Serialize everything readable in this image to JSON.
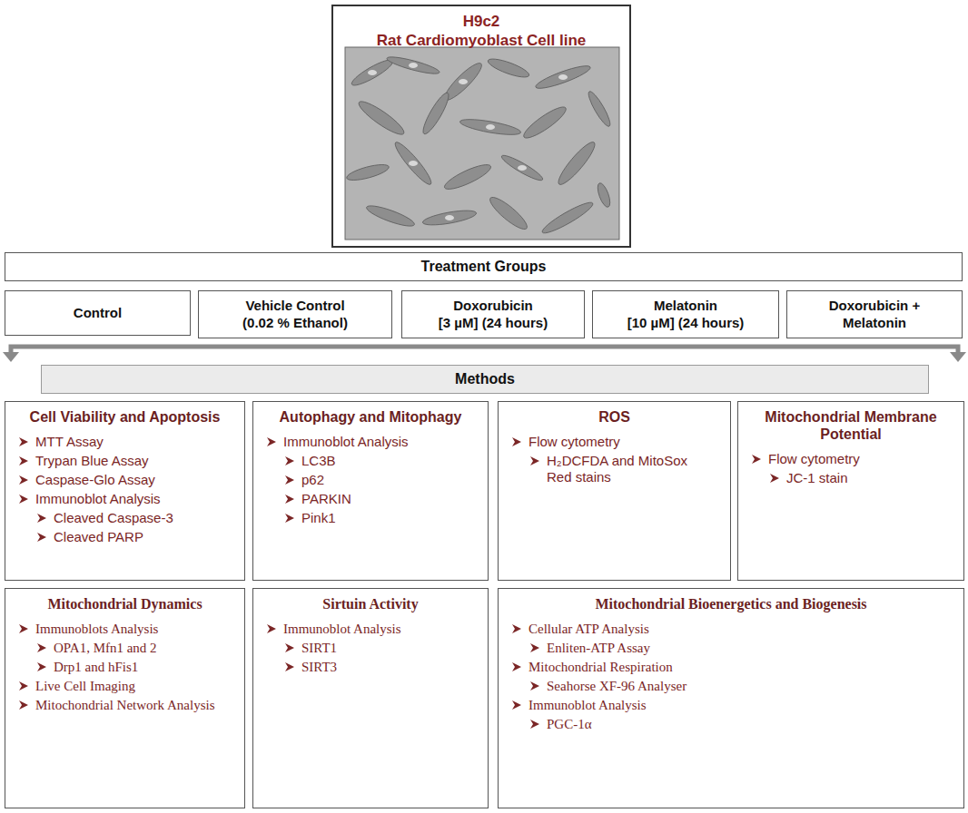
{
  "diagram": {
    "nodes": [
      {
        "text": [
          "H9c2",
          "Rat Cardiomyoblast Cell line"
        ]
      },
      {
        "text": [
          "Treatment Groups"
        ]
      },
      {
        "text": [
          "Control"
        ]
      },
      {
        "text": [
          "Vehicle Control",
          "(0.02 % Ethanol)"
        ]
      },
      {
        "text": [
          "Doxorubicin",
          "[3 µM] (24 hours)"
        ]
      },
      {
        "text": [
          "Melatonin",
          "[10 µM] (24 hours)"
        ]
      },
      {
        "text": [
          "Doxorubicin +",
          "Melatonin"
        ]
      },
      {
        "text": [
          "Methods"
        ]
      },
      {
        "text": [
          "Cell Viability and Apoptosis",
          "MTT Assay",
          "Trypan Blue Assay",
          "Caspase-Glo Assay",
          "Immunoblot Analysis",
          "Cleaved Caspase-3",
          "Cleaved PARP"
        ]
      },
      {
        "text": [
          "Autophagy and Mitophagy",
          "Immunoblot Analysis",
          "LC3B",
          "p62",
          "PARKIN",
          "Pink1"
        ]
      },
      {
        "text": [
          "ROS",
          "Flow cytometry",
          "H₂DCFDA and MitoSox Red stains"
        ]
      },
      {
        "text": [
          "Mitochondrial Membrane Potential",
          "Flow cytometry",
          "JC-1 stain"
        ]
      },
      {
        "text": [
          "Mitochondrial Dynamics",
          "Immunoblots Analysis",
          "OPA1, Mfn1 and 2",
          "Drp1 and hFis1",
          "Live Cell Imaging",
          "Mitochondrial Network Analysis"
        ]
      },
      {
        "text": [
          "Sirtuin Activity",
          "Immunoblot Analysis",
          "SIRT1",
          "SIRT3"
        ]
      },
      {
        "text": [
          "Mitochondrial Bioenergetics and Biogenesis",
          "Cellular ATP Analysis",
          "Enliten-ATP Assay",
          "Mitochondrial Respiration",
          "Seahorse XF-96 Analyser",
          "Immunoblot Analysis",
          "PGC-1α"
        ]
      }
    ]
  }
}
